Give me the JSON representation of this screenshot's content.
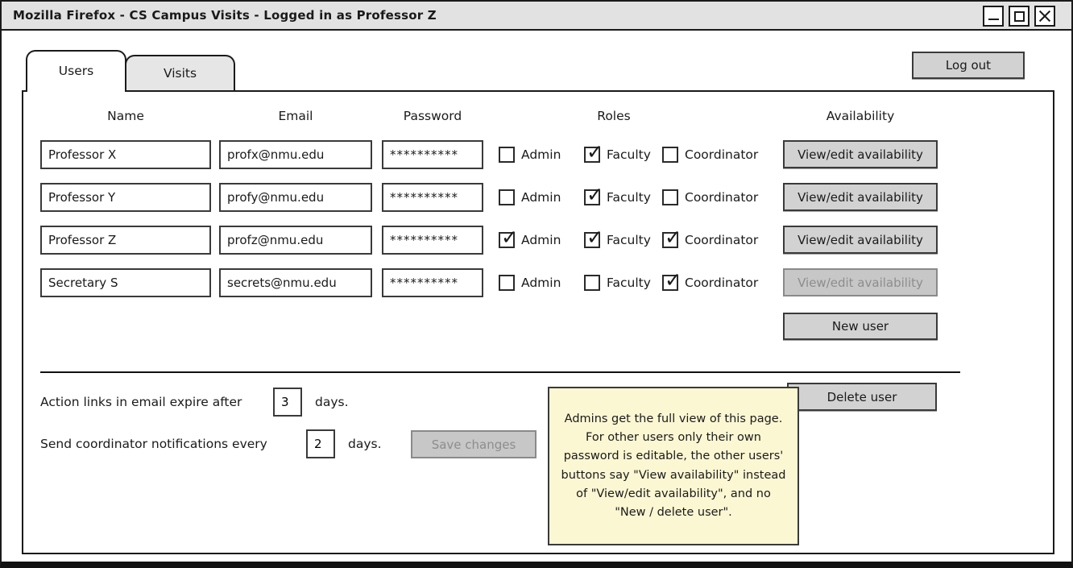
{
  "window": {
    "title": "Mozilla Firefox - CS Campus Visits - Logged in as Professor Z"
  },
  "icons": {
    "minimize": "minimize-icon",
    "maximize": "maximize-icon",
    "close": "close-icon"
  },
  "tabs": [
    {
      "label": "Users",
      "active": true
    },
    {
      "label": "Visits",
      "active": false
    }
  ],
  "logout_label": "Log out",
  "table": {
    "headers": {
      "name": "Name",
      "email": "Email",
      "password": "Password",
      "roles": "Roles",
      "availability": "Availability"
    },
    "role_labels": [
      "Admin",
      "Faculty",
      "Coordinator"
    ],
    "rows": [
      {
        "name": "Professor X",
        "email": "profx@nmu.edu",
        "password": "**********",
        "roles": {
          "admin": false,
          "faculty": true,
          "coordinator": false
        },
        "availability": {
          "label": "View/edit availability",
          "enabled": true
        }
      },
      {
        "name": "Professor Y",
        "email": "profy@nmu.edu",
        "password": "**********",
        "roles": {
          "admin": false,
          "faculty": true,
          "coordinator": false
        },
        "availability": {
          "label": "View/edit availability",
          "enabled": true
        }
      },
      {
        "name": "Professor Z",
        "email": "profz@nmu.edu",
        "password": "**********",
        "roles": {
          "admin": true,
          "faculty": true,
          "coordinator": true
        },
        "availability": {
          "label": "View/edit availability",
          "enabled": true
        }
      },
      {
        "name": "Secretary S",
        "email": "secrets@nmu.edu",
        "password": "**********",
        "roles": {
          "admin": false,
          "faculty": false,
          "coordinator": true
        },
        "availability": {
          "label": "View/edit availability",
          "enabled": false
        }
      }
    ]
  },
  "buttons": {
    "new_user": "New user",
    "delete_user": "Delete user",
    "save_changes": "Save changes"
  },
  "settings": [
    {
      "prefix": "Action links in email expire after",
      "value": "3",
      "suffix": "days."
    },
    {
      "prefix": "Send coordinator notifications every",
      "value": "2",
      "suffix": "days."
    }
  ],
  "note": {
    "text": "Admins get the full view of this page. For other users only their own password is editable, the other users' buttons say \"View availability\" instead of \"View/edit availability\", and no \"New / delete user\"."
  }
}
